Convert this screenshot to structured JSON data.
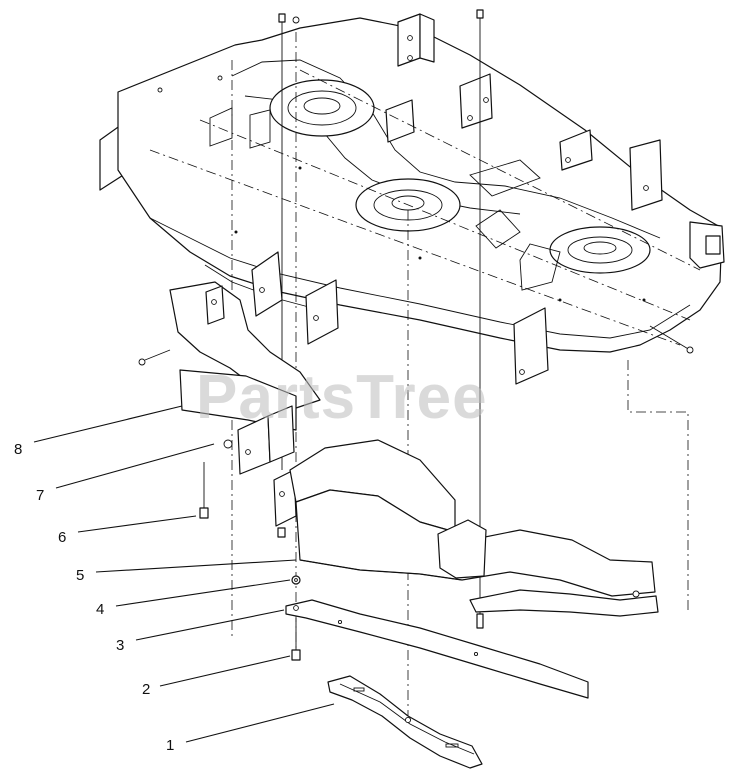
{
  "watermark": "PartsTree",
  "callouts": [
    {
      "id": "1",
      "label": "1"
    },
    {
      "id": "2",
      "label": "2"
    },
    {
      "id": "3",
      "label": "3"
    },
    {
      "id": "4",
      "label": "4"
    },
    {
      "id": "5",
      "label": "5"
    },
    {
      "id": "6",
      "label": "6"
    },
    {
      "id": "7",
      "label": "7"
    },
    {
      "id": "8",
      "label": "8"
    }
  ]
}
